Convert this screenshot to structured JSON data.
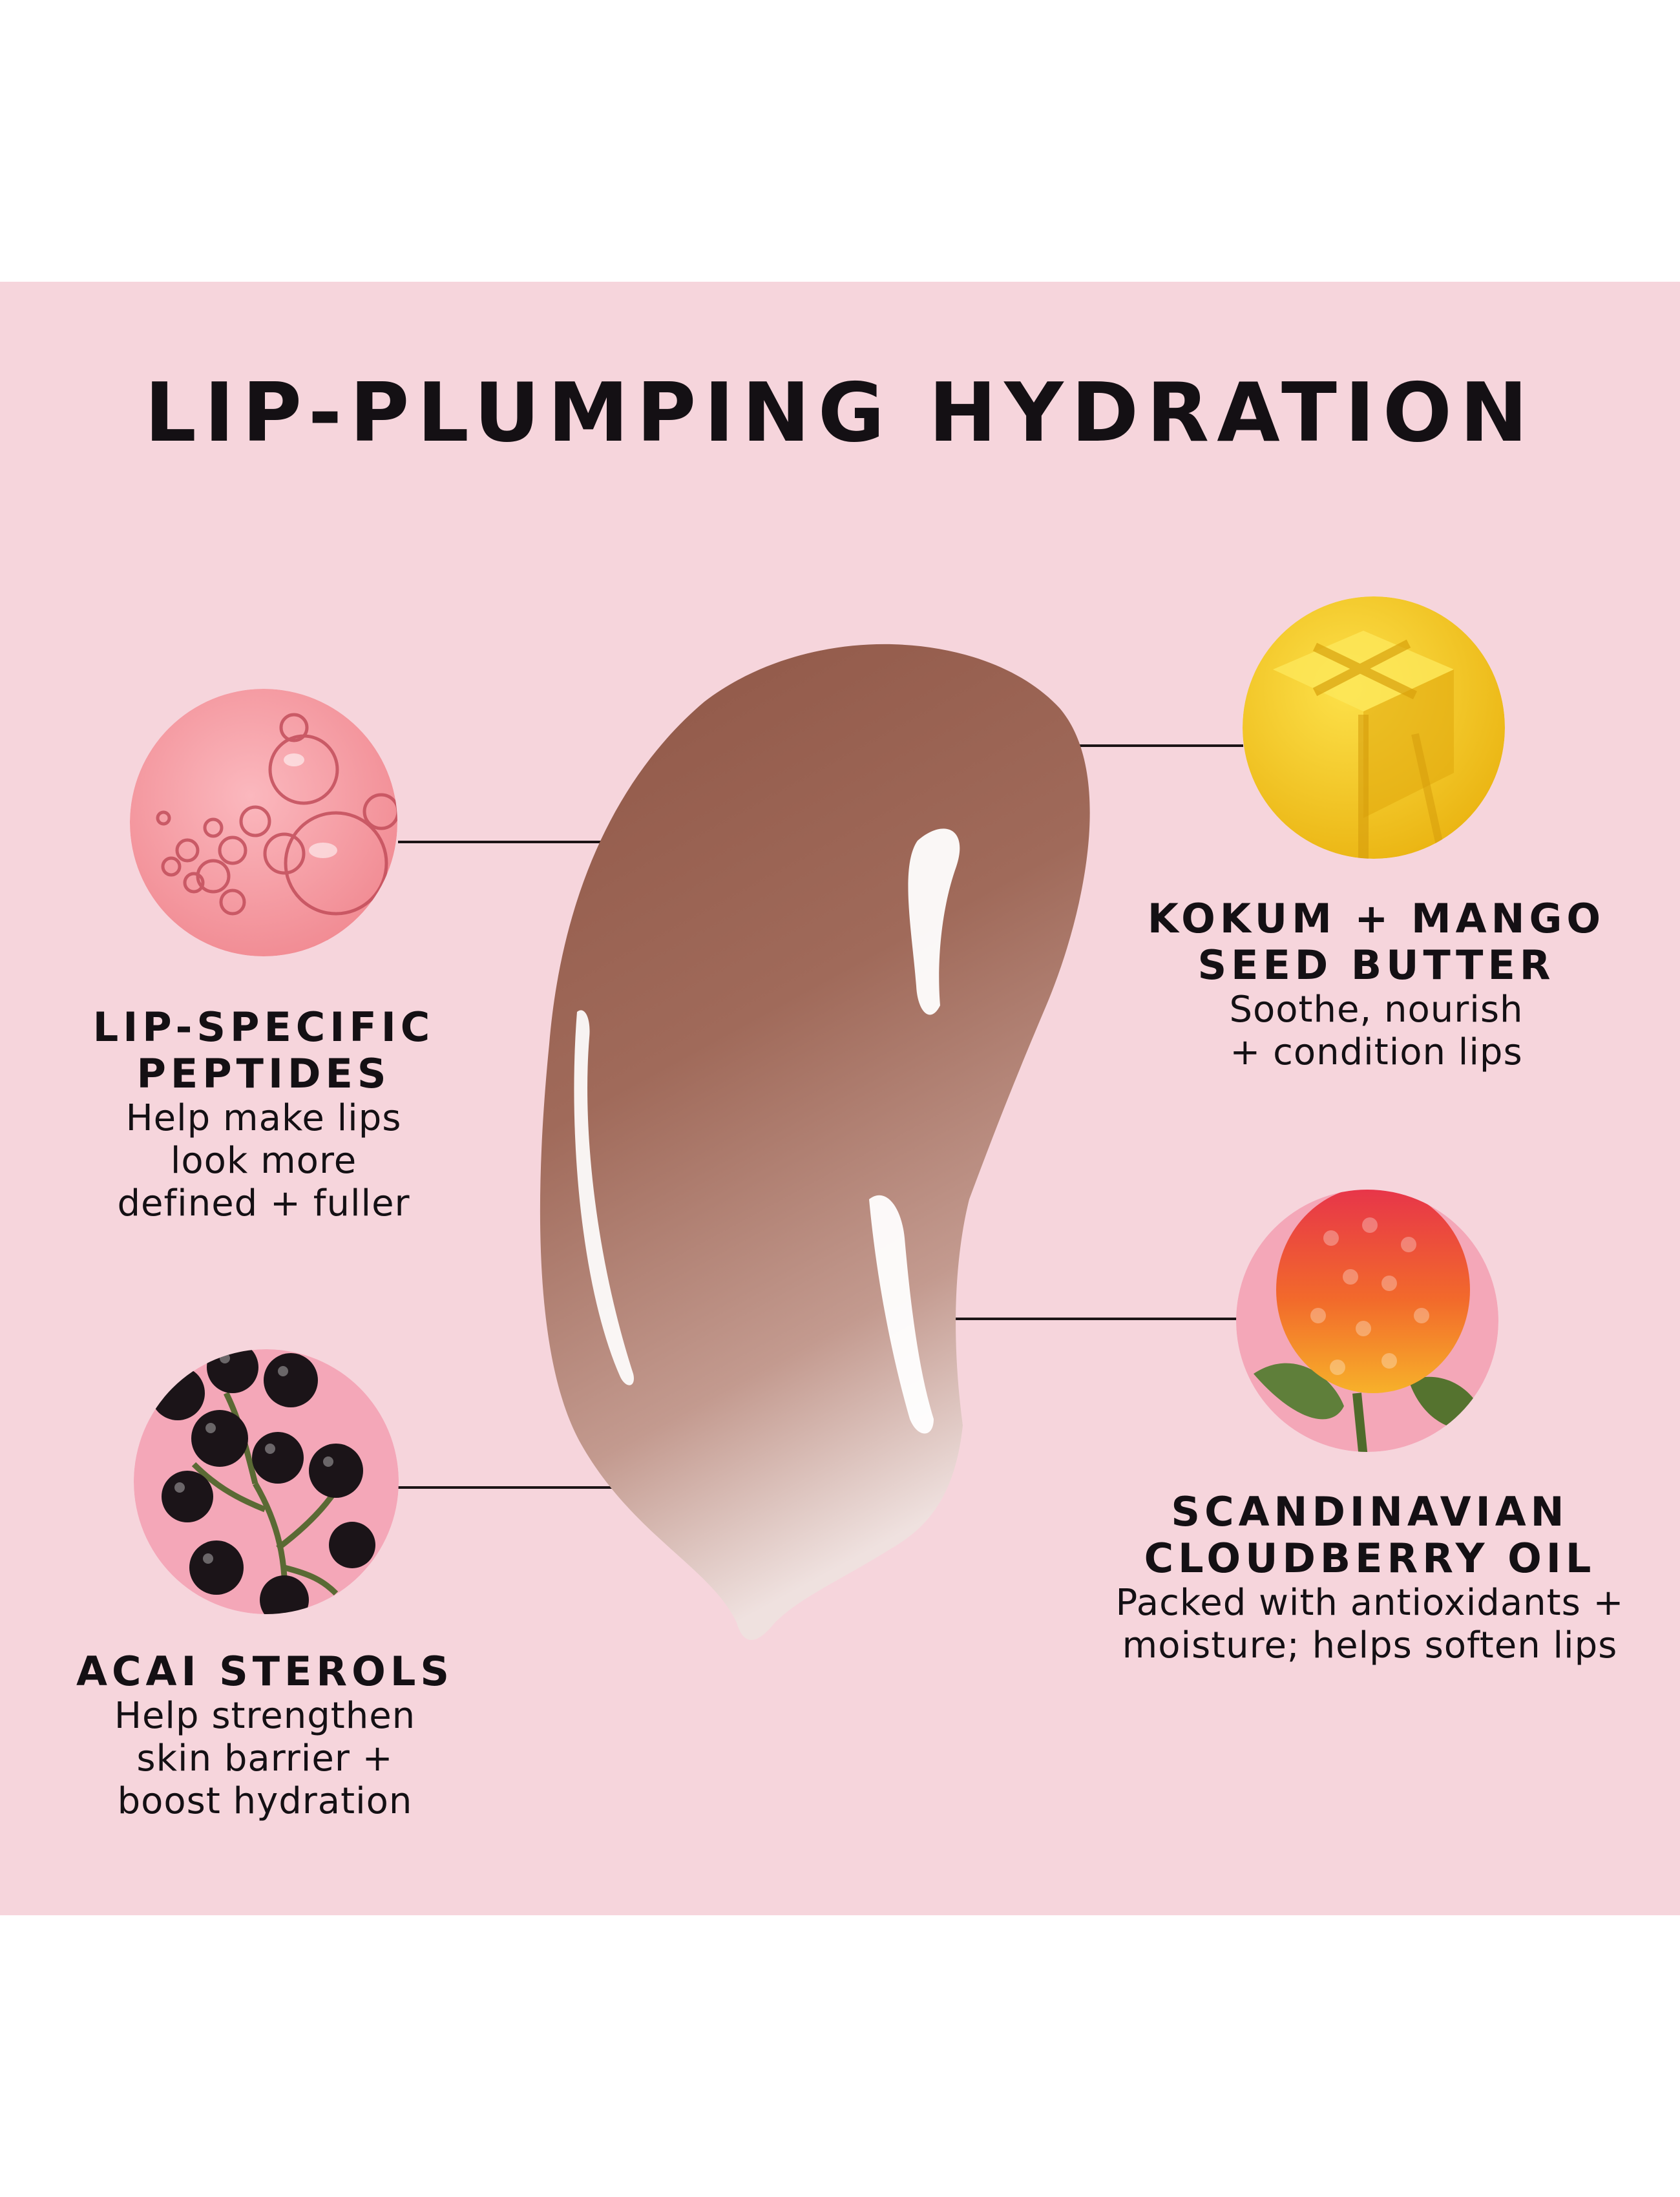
{
  "title": "LIP-PLUMPING HYDRATION",
  "ingredients": [
    {
      "name_lines": [
        "LIP-SPECIFIC",
        "PEPTIDES"
      ],
      "desc_lines": [
        "Help make lips",
        "look more",
        "defined + fuller"
      ],
      "icon": "oil-bubbles-icon"
    },
    {
      "name_lines": [
        "KOKUM + MANGO",
        "SEED BUTTER"
      ],
      "desc_lines": [
        "Soothe, nourish",
        "+ condition lips"
      ],
      "icon": "butter-cube-icon"
    },
    {
      "name_lines": [
        "ACAI STEROLS"
      ],
      "desc_lines": [
        "Help strengthen",
        "skin barrier +",
        "boost hydration"
      ],
      "icon": "acai-berries-icon"
    },
    {
      "name_lines": [
        "SCANDINAVIAN",
        "CLOUDBERRY OIL"
      ],
      "desc_lines": [
        "Packed with  antioxidants +",
        "moisture; helps soften lips"
      ],
      "icon": "cloudberry-icon"
    }
  ],
  "colors": {
    "background": "#f6d5dc",
    "text": "#141014",
    "swatch": "#9c6455",
    "butter": "#f1c21b",
    "acai": "#1b1418",
    "cloudberry": "#e2403f"
  }
}
